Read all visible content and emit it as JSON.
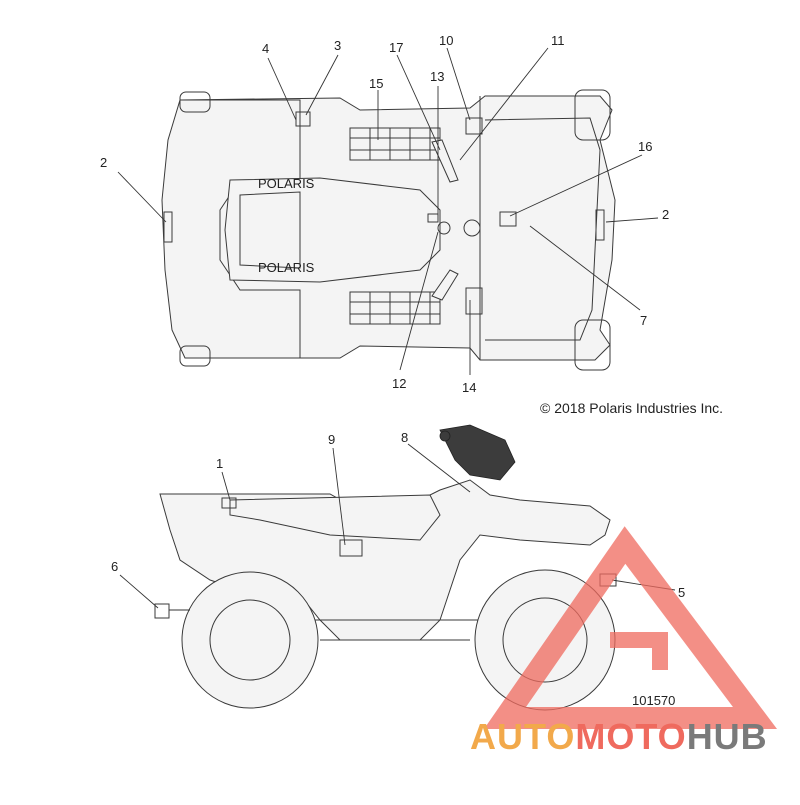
{
  "callouts": {
    "top": [
      "4",
      "3",
      "17",
      "10",
      "11",
      "15",
      "13",
      "2",
      "16",
      "2",
      "7",
      "12",
      "14"
    ],
    "side": [
      "1",
      "9",
      "8",
      "6",
      "5"
    ]
  },
  "copyright": "© 2018 Polaris Industries Inc.",
  "drawing_number": "101570",
  "watermark": {
    "part1": "AUTO",
    "part2": "MOTO",
    "part3": "HUB",
    "colors": {
      "auto": "#f2a94b",
      "moto": "#ef6a5e",
      "hub": "#7a7a7a",
      "triangle": "#ef6a5e"
    }
  },
  "logo_text": {
    "top_rack": "POLARIS",
    "bottom_rack": "POLARIS"
  }
}
